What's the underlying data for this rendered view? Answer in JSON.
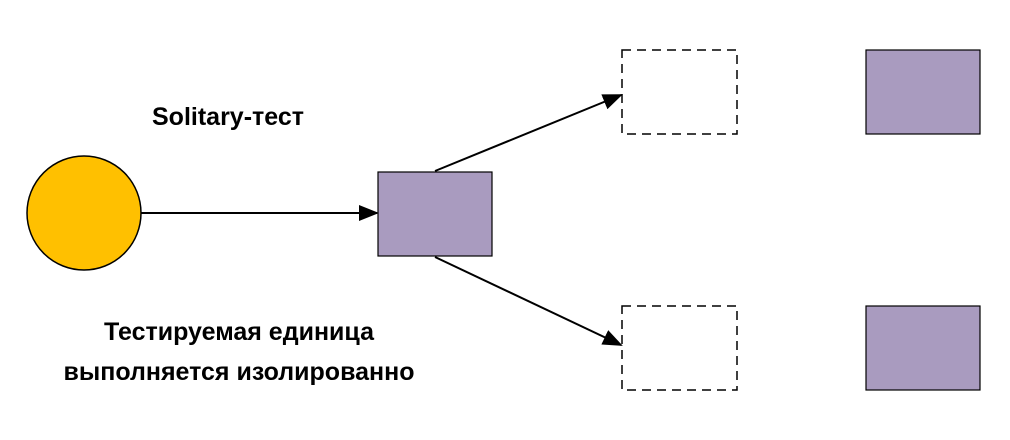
{
  "diagram": {
    "title": "Solitary-тест",
    "description_lines": [
      "Тестируемая единица",
      "выполняется изолированно"
    ],
    "nodes": [
      {
        "id": "test-actor",
        "shape": "circle",
        "fill": "#FFC000",
        "stroke": "#000000"
      },
      {
        "id": "unit-under-test",
        "shape": "rect",
        "fill": "#A99BBF",
        "stroke": "#000000"
      },
      {
        "id": "test-double-top",
        "shape": "rect",
        "fill": "none",
        "stroke": "#000000",
        "style": "dashed"
      },
      {
        "id": "test-double-bottom",
        "shape": "rect",
        "fill": "none",
        "stroke": "#000000",
        "style": "dashed"
      },
      {
        "id": "real-dependency-top",
        "shape": "rect",
        "fill": "#A99BBF",
        "stroke": "#000000"
      },
      {
        "id": "real-dependency-bottom",
        "shape": "rect",
        "fill": "#A99BBF",
        "stroke": "#000000"
      }
    ],
    "edges": [
      {
        "from": "test-actor",
        "to": "unit-under-test"
      },
      {
        "from": "unit-under-test",
        "to": "test-double-top"
      },
      {
        "from": "unit-under-test",
        "to": "test-double-bottom"
      }
    ],
    "colors": {
      "actor": "#FFC000",
      "unit": "#A99BBF",
      "line": "#000000"
    }
  }
}
